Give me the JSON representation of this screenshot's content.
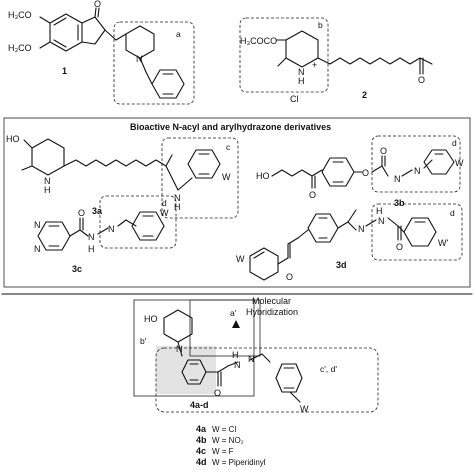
{
  "section_title": "Bioactive   N-acyl  and  arylhydrazone  derivatives",
  "strategy_label_1": "Molecular",
  "strategy_label_2": "Hybridization",
  "compounds": {
    "c1": "1",
    "c2": "2",
    "c3a": "3a",
    "c3b": "3b",
    "c3c": "3c",
    "c3d": "3d",
    "c4": "4a-d"
  },
  "box_labels": {
    "a": "a",
    "b": "b",
    "c": "c",
    "d_3b": "d",
    "d_3c": "d",
    "d_3d": "d",
    "a_prime": "a'",
    "b_prime": "b'",
    "cd_prime": "c', d'"
  },
  "atoms": {
    "H3CO_top": "H₃CO",
    "H3CO_bottom": "H₃CO",
    "O": "O",
    "N": "N",
    "H3COCO": "H₃COCO",
    "Cl": "Cl",
    "HO": "HO",
    "H": "H",
    "NH": "N",
    "W": "W",
    "Wp": "W'",
    "plus": "+"
  },
  "legend": [
    {
      "id": "4a",
      "text": "W = Cl"
    },
    {
      "id": "4b",
      "text": "W = NO₂"
    },
    {
      "id": "4c",
      "text": "W = F"
    },
    {
      "id": "4d",
      "text": "W = Piperidinyl"
    }
  ]
}
